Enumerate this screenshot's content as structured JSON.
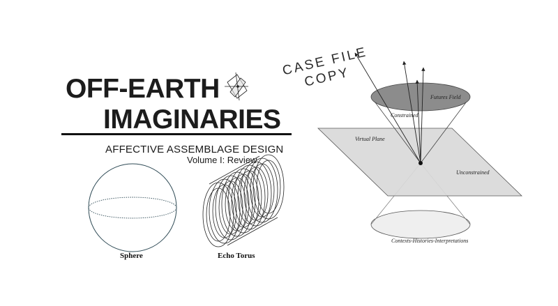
{
  "title": {
    "line1": "OFF-EARTH",
    "line2": "IMAGINARIES"
  },
  "subtitle": "AFFECTIVE ASSEMBLAGE DESIGN",
  "volume": "Volume I: Review",
  "stamp": {
    "line1": "CASE FILE",
    "line2": "COPY"
  },
  "figures": {
    "sphere": "Sphere",
    "echo_torus": "Echo Torus"
  },
  "diagram": {
    "futures_field": "Futures Field",
    "constrained": "Constrained",
    "virtual_plane": "Virtual Plane",
    "unconstrained": "Unconstrained",
    "contexts": "Contexts-Histories-Interpretations"
  },
  "icons": [
    "small-crossed-planes-icon"
  ],
  "colors": {
    "text": "#1c1c1c",
    "plane_fill": "#d9d9d9",
    "futures_fill": "#8c8c8c",
    "contexts_fill": "#efefef",
    "sphere_stroke": "#2e4a55"
  }
}
